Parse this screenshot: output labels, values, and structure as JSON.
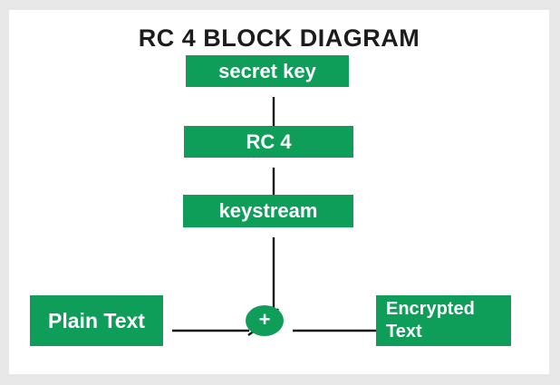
{
  "title": "RC 4 BLOCK DIAGRAM",
  "colors": {
    "green": "#0f9e59",
    "bg": "#e8e8e8",
    "panel": "#ffffff",
    "line": "#141414",
    "text_on_green": "#ffffff",
    "title_color": "#1c1c1c"
  },
  "nodes": {
    "secret_key": {
      "label": "secret key"
    },
    "rc4": {
      "label": "RC 4"
    },
    "keystream": {
      "label": "keystream"
    },
    "plain_text": {
      "label": "Plain Text"
    },
    "xor": {
      "label": "+"
    },
    "encrypted_text": {
      "label": "Encrypted Text"
    }
  },
  "edges": [
    {
      "from": "secret_key",
      "to": "rc4"
    },
    {
      "from": "rc4",
      "to": "keystream"
    },
    {
      "from": "keystream",
      "to": "xor"
    },
    {
      "from": "plain_text",
      "to": "xor"
    },
    {
      "from": "xor",
      "to": "encrypted_text"
    }
  ]
}
